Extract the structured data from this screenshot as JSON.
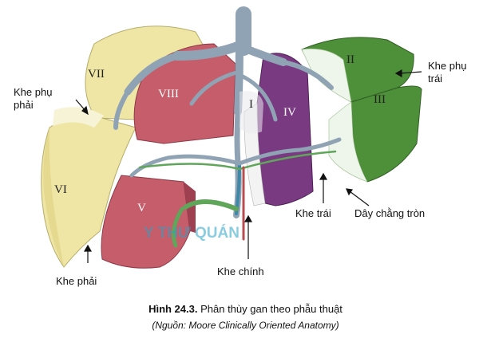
{
  "diagram": {
    "segments": [
      "II",
      "III",
      "IV",
      "I",
      "VIII",
      "VII",
      "VI",
      "V"
    ],
    "labels": {
      "right_accessory_fissure_line1": "Khe phụ",
      "right_accessory_fissure_line2": "phải",
      "left_accessory_fissure_line1": "Khe phụ",
      "left_accessory_fissure_line2": "trái",
      "left_fissure": "Khe trái",
      "round_ligament": "Dây chằng tròn",
      "right_fissure": "Khe phải",
      "main_fissure": "Khe chính"
    },
    "watermark": "Y THƯ QUÁN",
    "colors": {
      "right_lobe_yellow": "#efe6a6",
      "right_lobe_pink": "#c65d6b",
      "left_lobe_purple": "#7a3a82",
      "left_lobe_green": "#4e8f3a",
      "vessels": "#8fa3b4"
    }
  },
  "caption": {
    "figure_number": "Hình 24.3.",
    "title": " Phân thùy gan theo phẫu thuật",
    "source": "(Nguồn: Moore Clinically Oriented Anatomy)"
  }
}
